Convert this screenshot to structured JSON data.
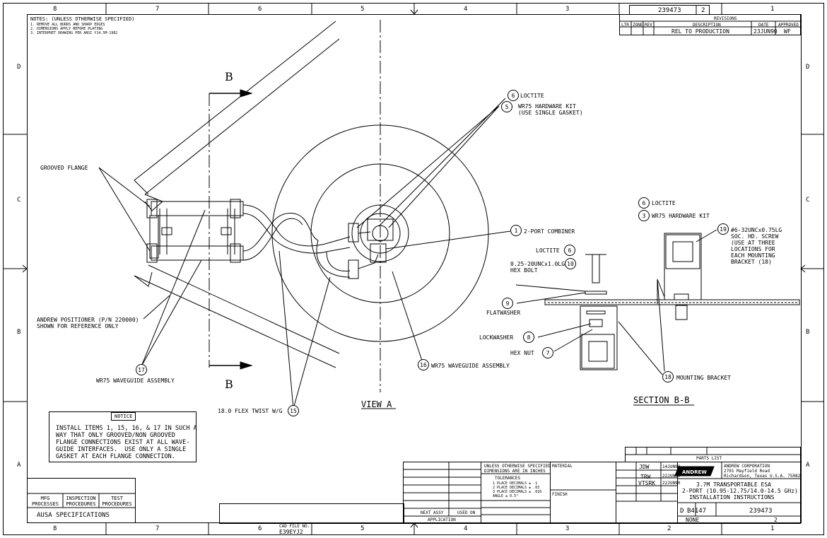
{
  "frame": {
    "zones_top": [
      "8",
      "7",
      "6",
      "5",
      "4",
      "3",
      "2",
      "1"
    ],
    "zones_side": [
      "D",
      "C",
      "B",
      "A"
    ]
  },
  "title_block_top": {
    "drawing_no": "239473",
    "sheet": "2",
    "revisions_title": "REVISIONS",
    "col_ltr": "LTR",
    "col_zone": "ZONE",
    "col_rev": "REV",
    "col_description": "DESCRIPTION",
    "col_date": "DATE",
    "col_approved": "APPROVED",
    "rev_description": "REL TO PRODUCTION",
    "rev_date": "23JUN90",
    "rev_approved": "WF"
  },
  "notes": {
    "title": "NOTES: (UNLESS OTHERWISE SPECIFIED)",
    "lines": [
      "1. REMOVE ALL BURRS AND SHARP EDGES",
      "2. DIMENSIONS APPLY BEFORE PLATING",
      "3. INTERPRET DRAWING PER ANSI Y14.5M-1982"
    ]
  },
  "view_a": {
    "section_letter_top": "B",
    "section_letter_bottom": "B",
    "title": "VIEW A",
    "labels": {
      "grooved_flange": "GROOVED FLANGE",
      "loctite": "LOCTITE",
      "hw_kit_1": "WR75 HARDWARE KIT",
      "hw_kit_2": "(USE SINGLE GASKET)",
      "combiner": "2-PORT COMBINER",
      "positioner_1": "ANDREW POSITIONER (P/N 220000)",
      "positioner_2": "SHOWN FOR REFERENCE ONLY",
      "wg_assy_17": "WR75 WAVEGUIDE ASSEMBLY",
      "flex_twist": "18.0 FLEX TWIST W/G",
      "wg_assy_16": "WR75 WAVEGUIDE ASSEMBLY"
    },
    "callouts": {
      "c6": "6",
      "c5": "5",
      "c1": "1",
      "c17": "17",
      "c15": "15",
      "c16": "16"
    }
  },
  "section_bb": {
    "title": "SECTION B-B",
    "labels": {
      "loctite_top": "LOCTITE",
      "hw_kit": "WR75 HARDWARE KIT",
      "screw_1": "#6-32UNCx0.75LG",
      "screw_2": "SOC. HD. SCREW",
      "screw_3": "(USE AT THREE",
      "screw_4": "LOCATIONS FOR",
      "screw_5": "EACH MOUNTING",
      "screw_6": "BRACKET (18)",
      "loctite_left": "LOCTITE",
      "bolt_1": "0.25-20UNCx1.0LG",
      "bolt_2": "HEX BOLT",
      "flatwasher": "FLATWASHER",
      "lockwasher": "LOCKWASHER",
      "hex_nut": "HEX NUT",
      "mounting_bracket": "MOUNTING BRACKET"
    },
    "callouts": {
      "c6a": "6",
      "c3": "3",
      "c19": "19",
      "c6b": "6",
      "c10": "10",
      "c9": "9",
      "c8": "8",
      "c7": "7",
      "c18": "18"
    }
  },
  "notice": {
    "title": "NOTICE",
    "lines": [
      "INSTALL ITEMS 1, 15, 16, & 17 IN SUCH A",
      "WAY THAT ONLY GROOVED/NON GROOVED",
      "FLANGE CONNECTIONS EXIST AT ALL WAVE-",
      "GUIDE INTERFACES.  USE ONLY A SINGLE",
      "GASKET AT EACH FLANGE CONNECTION."
    ]
  },
  "specs_block": {
    "col1": "MFG PROCESSES",
    "col2": "INSPECTION PROCEDURES",
    "col3": "TEST PROCEDURES",
    "footer": "AUSA SPECIFICATIONS"
  },
  "bottom": {
    "cad_file_label": "CAD FILE NO.",
    "cad_file_no": "E39EYJ2",
    "next_assy": "NEXT ASSY",
    "used_on": "USED ON",
    "application": "APPLICATION",
    "unless_1": "UNLESS OTHERWISE SPECIFIED",
    "unless_2": "DIMENSIONS ARE IN INCHES",
    "tolerances": "TOLERANCES",
    "tol_1": "1 PLACE DECIMALS ± .1",
    "tol_2": "2 PLACE DECIMALS ± .03",
    "tol_3": "3 PLACE DECIMALS ± .010",
    "tol_4": "ANGLE ± 0.5°",
    "material": "MATERIAL",
    "finish": "FINISH",
    "drawn": "JDW",
    "drawn_date": "14JUN90",
    "checked": "TRW",
    "checked_date": "22JUN90",
    "approved": "VTSRK",
    "approved_date": "22JUN90",
    "parts_list": "PARTS LIST",
    "company_1": "ANDREW CORPORATION",
    "company_2": "2701 Mayfield Road",
    "company_3": "Richardson, Texas U.S.A. 75082",
    "logo": "ANDREW",
    "title_1": "3.7M TRANSPORTABLE ESA",
    "title_2": "2-PORT (10.95-12.75/14.0-14.5 GHz)",
    "title_3": "INSTALLATION INSTRUCTIONS",
    "size": "D",
    "fscm": "B4147",
    "dwg_no": "239473",
    "scale": "NONE",
    "sheet": "2"
  }
}
